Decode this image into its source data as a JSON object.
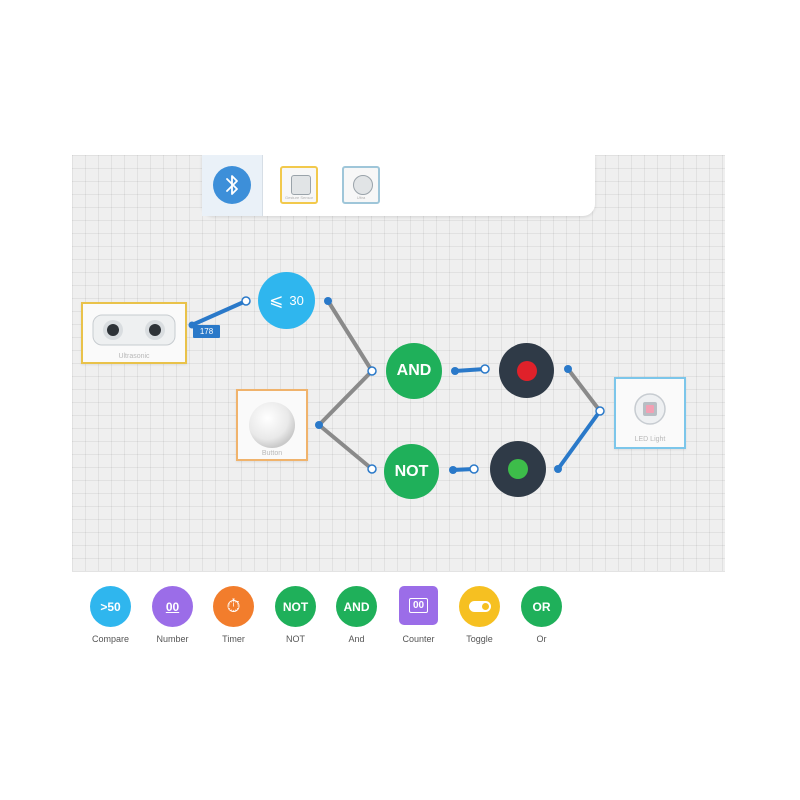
{
  "toolbar": {
    "bluetooth_icon": "bluetooth-icon",
    "items": [
      {
        "caption": "Gesture Sensor",
        "color": "#f2c94c"
      },
      {
        "caption": "Ultra",
        "color": "#9fc6d9"
      }
    ]
  },
  "canvas": {
    "ultrasonic": {
      "caption": "Ultrasonic",
      "reading": "178",
      "border_color": "#e9c24a"
    },
    "compare_node": {
      "operator": "⩽",
      "value": "30",
      "color": "#2fb6ee"
    },
    "button_node": {
      "caption": "Button",
      "border_color": "#f0b36c"
    },
    "and_gate": {
      "label": "AND",
      "color": "#1fb05a"
    },
    "not_gate": {
      "label": "NOT",
      "color": "#1fb05a"
    },
    "indicator_red": {
      "color": "#e0212a"
    },
    "indicator_green": {
      "color": "#3dbd4a"
    },
    "led_light": {
      "caption": "LED Light",
      "border_color": "#7cc6ea"
    }
  },
  "palette": [
    {
      "glyph": ">50",
      "label": "Compare",
      "color": "#2fb6ee",
      "shape": "circle"
    },
    {
      "glyph": "00",
      "label": "Number",
      "color": "#9b6de8",
      "shape": "circle"
    },
    {
      "glyph": "⏱",
      "label": "Timer",
      "color": "#f27d2c",
      "shape": "circle"
    },
    {
      "glyph": "NOT",
      "label": "NOT",
      "color": "#1fb05a",
      "shape": "circle"
    },
    {
      "glyph": "AND",
      "label": "And",
      "color": "#1fb05a",
      "shape": "circle"
    },
    {
      "glyph": "00",
      "label": "Counter",
      "color": "#9b6de8",
      "shape": "square"
    },
    {
      "glyph": "",
      "label": "Toggle",
      "color": "#f6c021",
      "shape": "circle"
    },
    {
      "glyph": "OR",
      "label": "Or",
      "color": "#1fb05a",
      "shape": "circle"
    }
  ]
}
